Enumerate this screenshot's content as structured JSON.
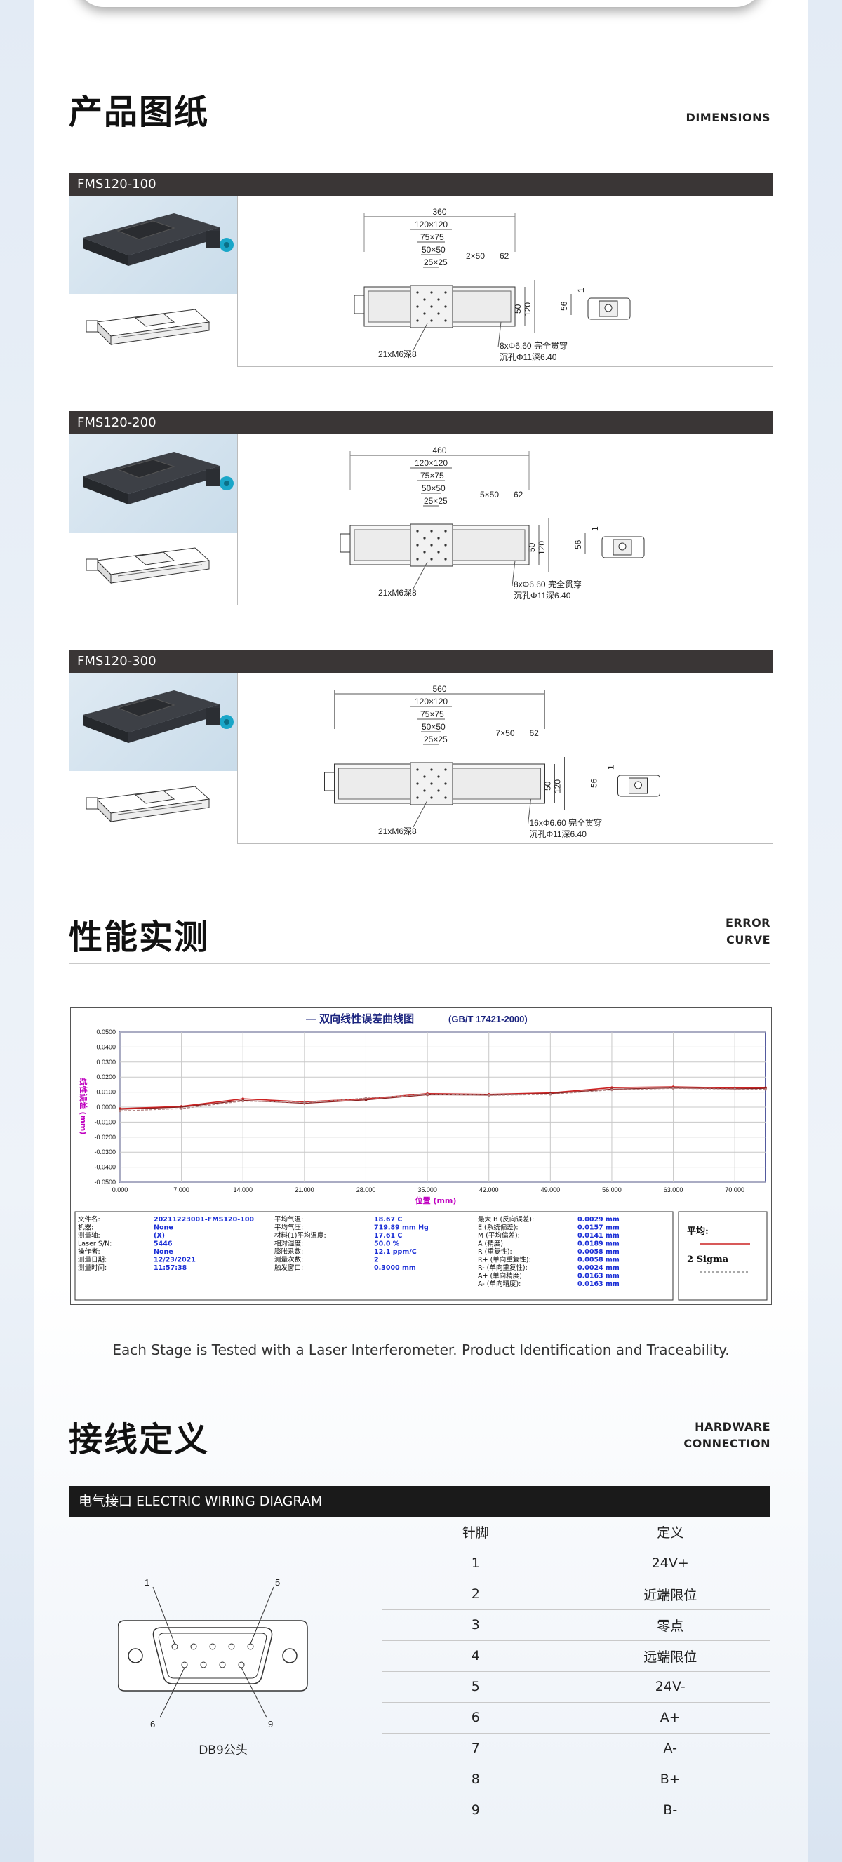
{
  "dimensions": {
    "title": "产品图纸",
    "subtitle": "DIMENSIONS",
    "models": [
      {
        "name": "FMS120-100",
        "overall": "360",
        "d120": "120×120",
        "d75": "75×75",
        "d50": "50×50",
        "d25": "25×25",
        "pitch": "2×50",
        "p62": "62",
        "h50": "50",
        "h120": "120",
        "s56": "56",
        "s1": "1",
        "thread": "21xM6深8",
        "hole1": "8xΦ6.60 完全贯穿",
        "hole2": "沉孔Φ11深6.40"
      },
      {
        "name": "FMS120-200",
        "overall": "460",
        "d120": "120×120",
        "d75": "75×75",
        "d50": "50×50",
        "d25": "25×25",
        "pitch": "5×50",
        "p62": "62",
        "h50": "50",
        "h120": "120",
        "s56": "56",
        "s1": "1",
        "thread": "21xM6深8",
        "hole1": "8xΦ6.60 完全贯穿",
        "hole2": "沉孔Φ11深6.40"
      },
      {
        "name": "FMS120-300",
        "overall": "560",
        "d120": "120×120",
        "d75": "75×75",
        "d50": "50×50",
        "d25": "25×25",
        "pitch": "7×50",
        "p62": "62",
        "h50": "50",
        "h120": "120",
        "s56": "56",
        "s1": "1",
        "thread": "21xM6深8",
        "hole1": "16xΦ6.60 完全贯穿",
        "hole2": "沉孔Φ11深6.40"
      }
    ]
  },
  "performance": {
    "title": "性能实测",
    "subtitle_line1": "ERROR",
    "subtitle_line2": "CURVE",
    "caption": "Each Stage is Tested with a Laser Interferometer. Product Identification and Traceability.",
    "chart_data": {
      "type": "line",
      "title": "— 双向线性误差曲线图",
      "title_std": "(GB/T 17421-2000)",
      "xlabel": "位置 (mm)",
      "ylabel": "线性误差 (mm)",
      "xlim": [
        0,
        73.5
      ],
      "ylim": [
        -0.05,
        0.05
      ],
      "x_ticks": [
        "0.000",
        "7.000",
        "14.000",
        "21.000",
        "28.000",
        "35.000",
        "42.000",
        "49.000",
        "56.000",
        "63.000",
        "70.000"
      ],
      "y_ticks": [
        "0.0500",
        "0.0400",
        "0.0300",
        "0.0200",
        "0.0100",
        "0.0000",
        "-0.0100",
        "-0.0200",
        "-0.0300",
        "-0.0400",
        "-0.0500"
      ],
      "grid": true,
      "x": [
        0,
        7,
        14,
        21,
        28,
        35,
        42,
        49,
        56,
        63,
        70,
        73.5
      ],
      "series": [
        {
          "color": "#cc2222",
          "values": [
            -0.001,
            0.0005,
            0.0055,
            0.0035,
            0.0055,
            0.009,
            0.0085,
            0.0095,
            0.013,
            0.0135,
            0.0128,
            0.013
          ]
        },
        {
          "color": "#8b2020",
          "values": [
            -0.0015,
            0.0,
            0.0045,
            0.0025,
            0.0048,
            0.0082,
            0.008,
            0.009,
            0.012,
            0.0128,
            0.0122,
            0.0125
          ]
        },
        {
          "color": "#b08080",
          "values": [
            -0.0025,
            -0.001,
            0.004,
            0.003,
            0.006,
            0.0085,
            0.0078,
            0.0085,
            0.0115,
            0.0125,
            0.012,
            0.0118
          ]
        }
      ],
      "info_col1": [
        [
          "文件名:",
          "20211223001-FMS120-100"
        ],
        [
          "机器:",
          "None"
        ],
        [
          "测量轴:",
          "(X)"
        ],
        [
          "Laser S/N:",
          "5446"
        ],
        [
          "操作者:",
          "None"
        ],
        [
          "测量日期:",
          "12/23/2021"
        ],
        [
          "测量时间:",
          "11:57:38"
        ]
      ],
      "info_col2": [
        [
          "平均气温:",
          "18.67 C"
        ],
        [
          "平均气压:",
          "719.89 mm Hg"
        ],
        [
          "材料(1)平均温度:",
          "17.61 C"
        ],
        [
          "相对湿度:",
          "50.0 %"
        ],
        [
          "膨胀系数:",
          "12.1 ppm/C"
        ],
        [
          "测量次数:",
          "2"
        ],
        [
          "触发窗口:",
          "0.3000 mm"
        ]
      ],
      "info_col3": [
        [
          "最大 B (反向误差):",
          "0.0029 mm"
        ],
        [
          "E (系统偏差):",
          "0.0157 mm"
        ],
        [
          "M (平均偏差):",
          "0.0141 mm"
        ],
        [
          "A (精度):",
          "0.0189 mm"
        ],
        [
          "R (重复性):",
          "0.0058 mm"
        ],
        [
          "R+ (单向重复性):",
          "0.0058 mm"
        ],
        [
          "R- (单向重复性):",
          "0.0024 mm"
        ],
        [
          "A+ (单向精度):",
          "0.0163 mm"
        ],
        [
          "A- (单向精度):",
          "0.0163 mm"
        ]
      ],
      "legend_avg": "平均:",
      "legend_sigma": "2 Sigma"
    }
  },
  "wiring": {
    "title": "接线定义",
    "subtitle_line1": "HARDWARE",
    "subtitle_line2": "CONNECTION",
    "bar_label": "电气接口 ELECTRIC  WIRING  DIAGRAM",
    "connector_label": "DB9公头",
    "pin_labels": {
      "p1": "1",
      "p5": "5",
      "p6": "6",
      "p9": "9"
    },
    "table_headers": [
      "针脚",
      "定义"
    ],
    "rows": [
      {
        "pin": "1",
        "def": "24V+"
      },
      {
        "pin": "2",
        "def": "近端限位"
      },
      {
        "pin": "3",
        "def": "零点"
      },
      {
        "pin": "4",
        "def": "远端限位"
      },
      {
        "pin": "5",
        "def": "24V-"
      },
      {
        "pin": "6",
        "def": "A+"
      },
      {
        "pin": "7",
        "def": "A-"
      },
      {
        "pin": "8",
        "def": "B+"
      },
      {
        "pin": "9",
        "def": "B-"
      }
    ]
  }
}
